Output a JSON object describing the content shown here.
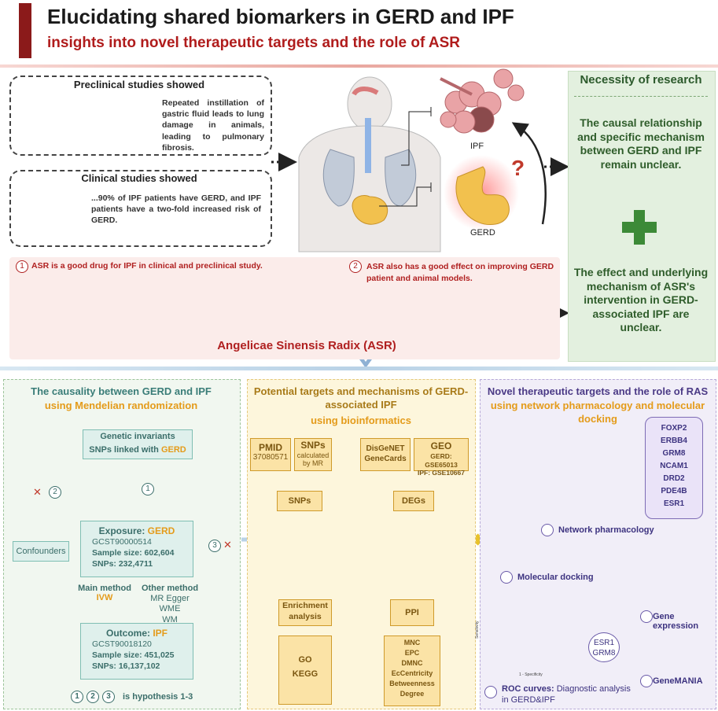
{
  "header": {
    "title": "Elucidating shared biomarkers in GERD and IPF",
    "subtitle": "insights into novel therapeutic targets and the role of ASR"
  },
  "preclinical": {
    "title": "Preclinical studies showed",
    "text": "Repeated instillation of gastric fluid leads to lung damage in animals, leading to pulmonary fibrosis."
  },
  "clinical": {
    "title": "Clinical studies showed",
    "text": "...90% of IPF patients have GERD, and IPF patients have a two-fold increased risk of GERD."
  },
  "anatomy": {
    "ipf_label": "IPF",
    "gerd_label": "GERD",
    "question": "?"
  },
  "necessity": {
    "title": "Necessity of research",
    "point1": "The causal relationship and specific mechanism between GERD and IPF remain unclear.",
    "point2": "The effect and underlying mechanism of ASR's intervention in GERD-associated IPF are unclear."
  },
  "asr": {
    "item1_num": "1",
    "item1": "ASR is a good drug for IPF in clinical and preclinical study.",
    "item2_num": "2",
    "item2": "ASR also has a good effect on improving GERD patient and animal models.",
    "name": "Angelicae Sinensis Radix (ASR)"
  },
  "panel1": {
    "title": "The causality between GERD and IPF",
    "subtitle": "using Mendelian randomization",
    "genetic_line1": "Genetic invariants",
    "genetic_line2a": "SNPs linked with ",
    "genetic_line2b": "GERD",
    "confounders": "Confounders",
    "exposure_label": "Exposure: ",
    "exposure_value": "GERD",
    "exposure_items": [
      "GCST90000514",
      "Sample size: 602,604",
      "SNPs: 232,4711"
    ],
    "outcome_label": "Outcome: ",
    "outcome_value": "IPF",
    "outcome_items": [
      "GCST90018120",
      "Sample size: 451,025",
      "SNPs: 16,137,102"
    ],
    "main_method": "Main method",
    "main_value": "IVW",
    "other_method": "Other method",
    "other_values": [
      "MR Egger",
      "WME",
      "WM"
    ],
    "hyp_nums": [
      "1",
      "2",
      "3"
    ],
    "hyp_text": "is hypothesis 1-3",
    "x_mark": "✕"
  },
  "panel2": {
    "title": "Potential targets and mechanisms of GERD-associated IPF",
    "subtitle": "using bioinformatics",
    "pmid_title": "PMID",
    "pmid_value": "37080571",
    "snps_title": "SNPs",
    "snps_value": "calculated by MR",
    "disgenet": "DisGeNET",
    "genecards": "GeneCards",
    "geo_title": "GEO",
    "geo_gerd": "GERD: GSE65013",
    "geo_ipf": "IPF: GSE10667",
    "snps_box": "SNPs",
    "degs_box": "DEGs",
    "enrichment": "Enrichment analysis",
    "ppi": "PPI",
    "go": "GO",
    "kegg": "KEGG",
    "ppi_methods": [
      "MNC",
      "EPC",
      "DMNC",
      "EcCentricity",
      "Betweenness",
      "Degree"
    ]
  },
  "panel3": {
    "title": "Novel therapeutic targets and the role of RAS",
    "subtitle": "using network pharmacology and molecular docking",
    "genes": [
      "FOXP2",
      "ERBB4",
      "GRM8",
      "NCAM1",
      "DRD2",
      "PDE4B",
      "ESR1"
    ],
    "network": "Network pharmacology",
    "docking": "Molecular docking",
    "roc_label": "ROC curves:",
    "roc_text": "Diagnostic analysis in GERD&IPF",
    "hub1": "ESR1",
    "hub2": "GRM8",
    "gene_expression": "Gene expression",
    "genemania": "GeneMANIA",
    "roc_xlabel": "1 - Specificity",
    "roc_ylabel": "Sensitivity"
  },
  "colors": {
    "accent_red": "#b01c1c",
    "green": "#3c8a37",
    "teal": "#3a7d78",
    "orange": "#e49b1a",
    "purple": "#4b3a86"
  }
}
